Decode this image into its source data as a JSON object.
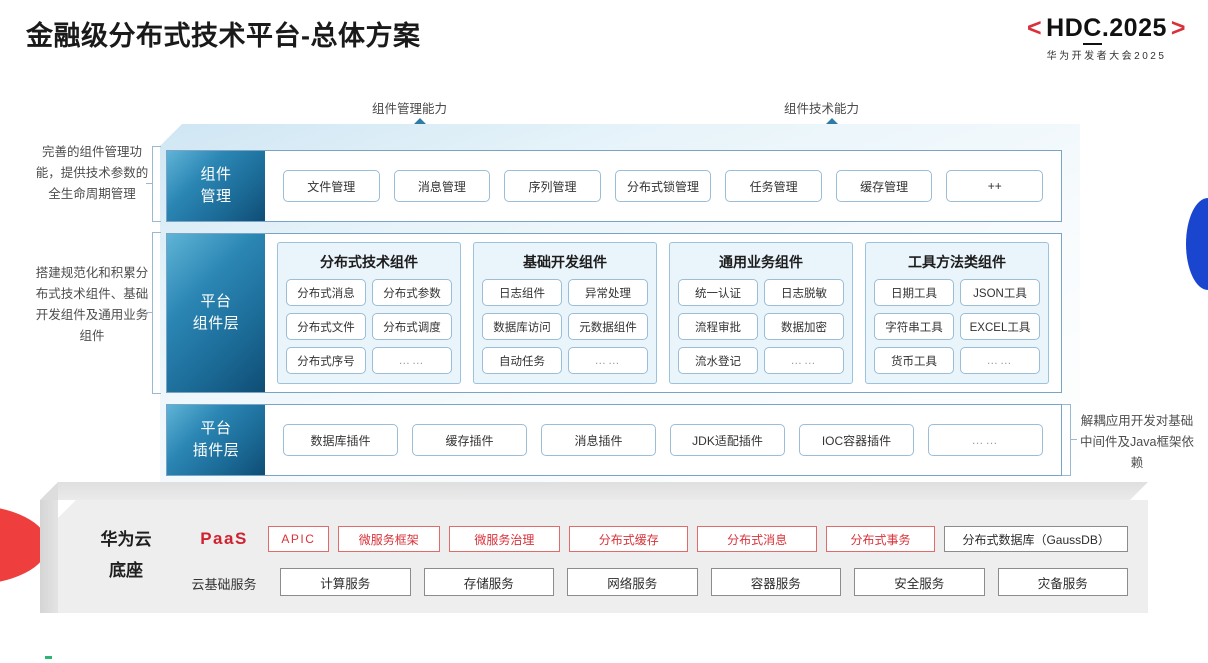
{
  "header": {
    "title": "金融级分布式技术平台-总体方案",
    "logo_bracket_left": "<",
    "logo_text_a": "HD",
    "logo_text_b": "C",
    "logo_text_c": ".2025",
    "logo_bracket_right": ">",
    "logo_subtitle": "华为开发者大会2025",
    "brand_red": "#d9303a"
  },
  "arrows": {
    "left_label": "组件管理能力",
    "right_label": "组件技术能力"
  },
  "side_notes": {
    "left_top": "完善的组件管理功能，提供技术参数的全生命周期管理",
    "left_bottom": "搭建规范化和积累分布式技术组件、基础开发组件及通用业务组件",
    "right": "解耦应用开发对基础中间件及Java框架依赖"
  },
  "layers": [
    {
      "id": "component-management",
      "label_line1": "组件",
      "label_line2": "管理",
      "items": [
        "文件管理",
        "消息管理",
        "序列管理",
        "分布式锁管理",
        "任务管理",
        "缓存管理",
        "++"
      ]
    },
    {
      "id": "platform-plugin",
      "label_line1": "平台",
      "label_line2": "插件层",
      "items": [
        "数据库插件",
        "缓存插件",
        "消息插件",
        "JDK适配插件",
        "IOC容器插件",
        "……"
      ]
    }
  ],
  "platform_component_layer": {
    "label_line1": "平台",
    "label_line2": "组件层",
    "groups": [
      {
        "title": "分布式技术组件",
        "items": [
          "分布式消息",
          "分布式参数",
          "分布式文件",
          "分布式调度",
          "分布式序号",
          "……"
        ]
      },
      {
        "title": "基础开发组件",
        "items": [
          "日志组件",
          "异常处理",
          "数据库访问",
          "元数据组件",
          "自动任务",
          "……"
        ]
      },
      {
        "title": "通用业务组件",
        "items": [
          "统一认证",
          "日志脱敏",
          "流程审批",
          "数据加密",
          "流水登记",
          "……"
        ]
      },
      {
        "title": "工具方法类组件",
        "items": [
          "日期工具",
          "JSON工具",
          "字符串工具",
          "EXCEL工具",
          "货币工具",
          "……"
        ]
      }
    ]
  },
  "base": {
    "title_line1": "华为云",
    "title_line2": "底座",
    "paas_label": "PaaS",
    "cloud_label": "云基础服务",
    "paas_items": [
      {
        "label": "APIC",
        "style": "red"
      },
      {
        "label": "微服务框架",
        "style": "red"
      },
      {
        "label": "微服务治理",
        "style": "red"
      },
      {
        "label": "分布式缓存",
        "style": "red"
      },
      {
        "label": "分布式消息",
        "style": "red"
      },
      {
        "label": "分布式事务",
        "style": "red"
      },
      {
        "label": "分布式数据库（GaussDB）",
        "style": "neutral"
      }
    ],
    "cloud_items": [
      "计算服务",
      "存储服务",
      "网络服务",
      "容器服务",
      "安全服务",
      "灾备服务"
    ]
  }
}
